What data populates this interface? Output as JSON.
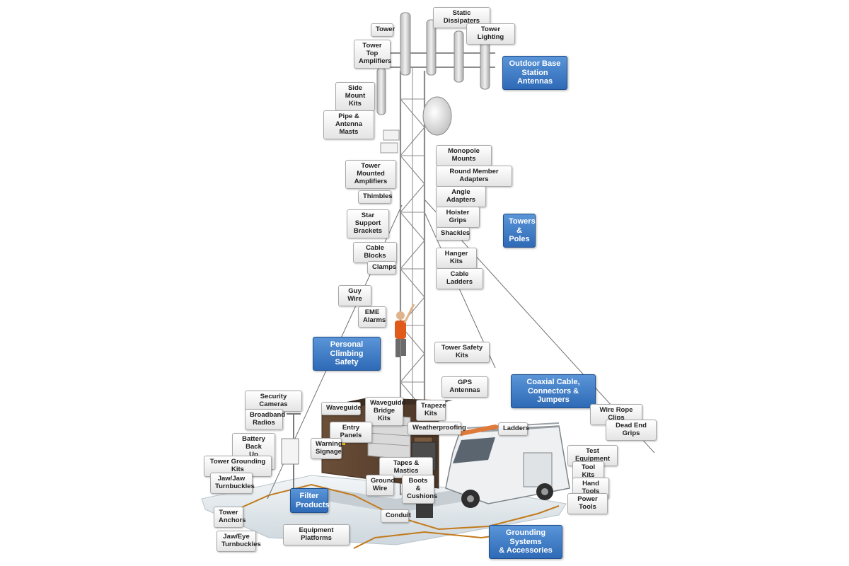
{
  "categories": [
    {
      "id": "outdoor-base-station-antennas",
      "text": "Outdoor Base\nStation Antennas"
    },
    {
      "id": "towers-poles",
      "text": "Towers\n& Poles"
    },
    {
      "id": "personal-climbing-safety",
      "text": "Personal Climbing\nSafety"
    },
    {
      "id": "coaxial-cable",
      "text": "Coaxial Cable,\nConnectors & Jumpers"
    },
    {
      "id": "filter-products",
      "text": "Filter\nProducts"
    },
    {
      "id": "grounding-systems",
      "text": "Grounding Systems\n& Accessories"
    }
  ],
  "labels": [
    "Static Dissipaters",
    "Tower",
    "Tower Lighting",
    "Tower Top\nAmplifiers",
    "Side Mount\nKits",
    "Pipe & Antenna\nMasts",
    "Monopole Mounts",
    "Tower Mounted\nAmplifiers",
    "Round Member Adapters",
    "Thimbles",
    "Angle Adapters",
    "Star Support\nBrackets",
    "Hoister Grips",
    "Shackles",
    "Cable Blocks",
    "Hanger Kits",
    "Clamps",
    "Cable Ladders",
    "Guy Wire",
    "EME\nAlarms",
    "Tower Safety Kits",
    "GPS Antennas",
    "Security Cameras",
    "Waveguide",
    "Waveguide\nBridge Kits",
    "Trapeze\nKits",
    "Wire Rope Clips",
    "Broadband\nRadios",
    "Entry Panels",
    "Weatherproofing",
    "Dead End Grips",
    "Battery Back\nUp Systems",
    "Ladders",
    "Warning\nSignage",
    "Test Equipment",
    "Tower Grounding Kits",
    "Tapes & Mastics",
    "Tool Kits",
    "Jaw/Jaw\nTurnbuckles",
    "Ground\nWire",
    "Boots &\nCushions",
    "Hand Tools",
    "Power Tools",
    "Tower\nAnchors",
    "Conduit",
    "Equipment Platforms",
    "Jaw/Eye\nTurnbuckles"
  ],
  "colors": {
    "category_fill": "#3a78c6",
    "label_fill": "#efefef",
    "tower_steel": "#8d8d8d",
    "shelter_wall": "#5b4330",
    "shelter_roof": "#3e2e22",
    "ground_pad": "#e3eaee",
    "van_body": "#eef0f2",
    "antenna": "#d5d5d5",
    "copper_wire": "#c27a1c",
    "climber_vest": "#e05a1c"
  }
}
